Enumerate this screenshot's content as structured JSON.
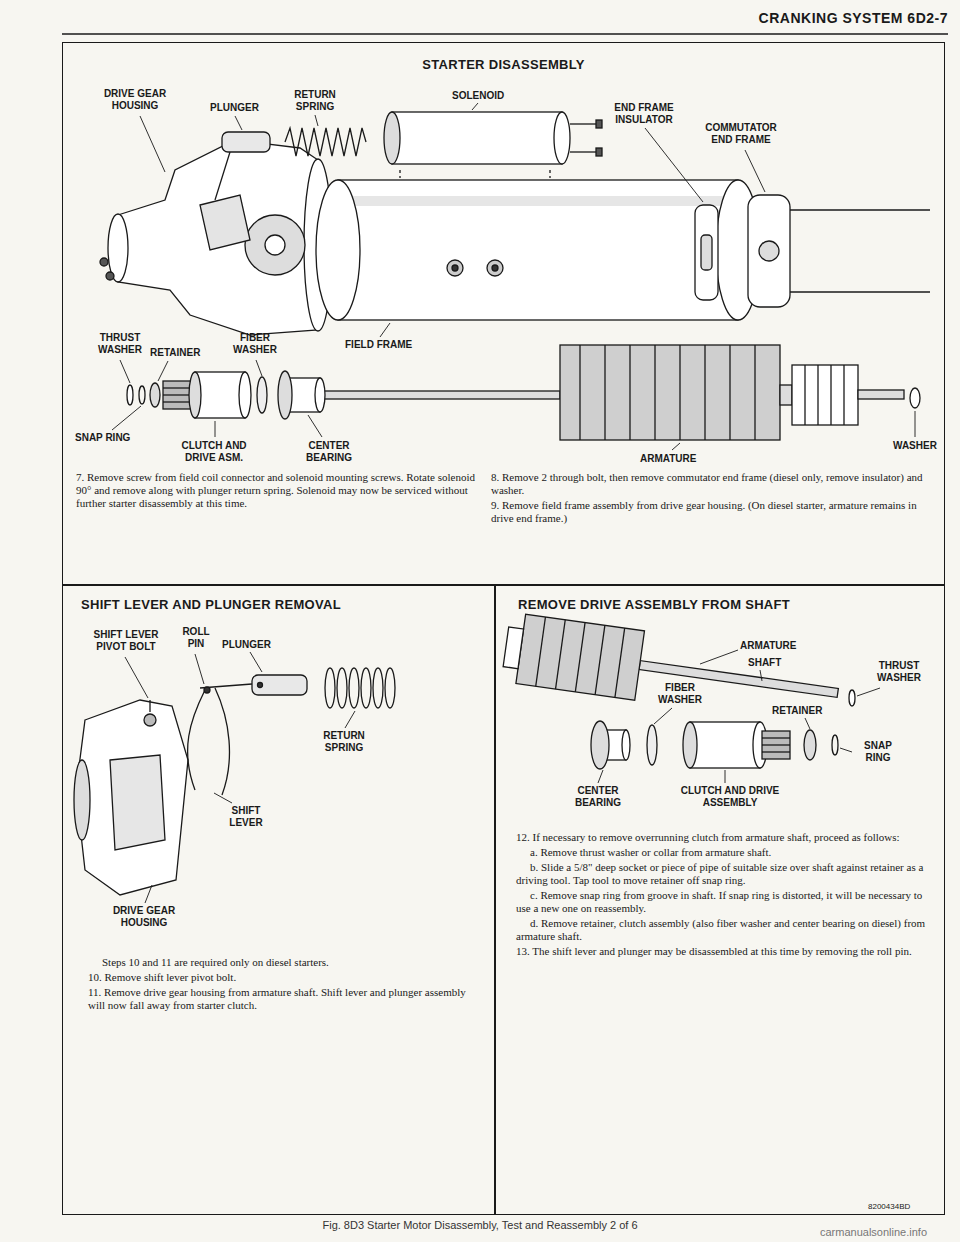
{
  "diagram": {
    "title": "CRANKING SYSTEM 6D2-7",
    "caption": "Fig. 8D3 Starter Motor Disassembly, Test and Reassembly 2 of 6",
    "nodes": [
      {
        "text": [
          "STARTER DISASSEMBLY",
          "7. Remove screw from field coil connector and solenoid mounting screws. Rotate solenoid 90° and remove along with plunger return spring. Solenoid may now be serviced without further starter disassembly at this time.",
          "8. Remove 2 through bolt, then remove commutator end frame (diesel only, remove insulator) and washer.",
          "9. Remove field frame assembly from drive gear housing. (On diesel starter, armature remains in drive end frame.)"
        ]
      },
      {
        "text": [
          "SHIFT LEVER AND PLUNGER REMOVAL",
          "Steps 10 and 11 are required only on diesel starters.",
          "10. Remove shift lever pivot bolt.",
          "11. Remove drive gear housing from armature shaft. Shift lever and plunger assembly will now fall away from starter clutch."
        ]
      },
      {
        "text": [
          "REMOVE DRIVE ASSEMBLY FROM SHAFT",
          "12. If necessary to remove overrunning clutch from armature shaft, proceed as follows:",
          "a. Remove thrust washer or collar from armature shaft.",
          "b. Slide a 5/8\" deep socket or piece of pipe of suitable size over shaft against retainer as a driving tool. Tap tool to move retainer off snap ring.",
          "c. Remove snap ring from groove in shaft. If snap ring is distorted, it will be necessary to use a new one on reassembly.",
          "d. Remove retainer, clutch assembly (also fiber washer and center bearing on diesel) from armature shaft.",
          "13. The shift lever and plunger may be disassembled at this time by removing the roll pin."
        ]
      }
    ],
    "labels": [
      "DRIVE GEAR HOUSING",
      "PLUNGER",
      "RETURN SPRING",
      "SOLENOID",
      "END FRAME INSULATOR",
      "COMMUTATOR END FRAME",
      "THRUST WASHER",
      "RETAINER",
      "FIBER WASHER",
      "FIELD FRAME",
      "SNAP RING",
      "CLUTCH AND DRIVE ASM.",
      "CENTER BEARING",
      "ARMATURE",
      "WASHER",
      "SHIFT LEVER PIVOT BOLT",
      "ROLL PIN",
      "PLUNGER",
      "RETURN SPRING",
      "SHIFT LEVER",
      "DRIVE GEAR HOUSING",
      "ARMATURE",
      "SHAFT",
      "THRUST WASHER",
      "FIBER WASHER",
      "RETAINER",
      "SNAP RING",
      "CENTER BEARING",
      "CLUTCH AND DRIVE ASSEMBLY",
      "8200434BD",
      "carmanualsonline.info"
    ]
  }
}
